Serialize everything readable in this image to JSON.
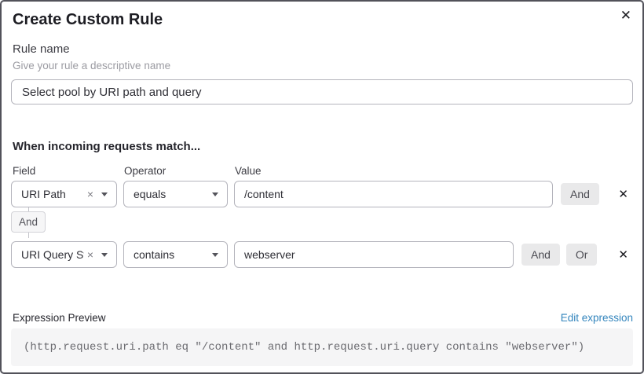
{
  "dialog": {
    "title": "Create Custom Rule"
  },
  "icons": {
    "close": "✕",
    "remove_row": "✕",
    "clear_select": "×"
  },
  "rule_name": {
    "label": "Rule name",
    "hint": "Give your rule a descriptive name",
    "value": "Select pool by URI path and query"
  },
  "match": {
    "heading": "When incoming requests match...",
    "columns": {
      "field": "Field",
      "operator": "Operator",
      "value": "Value"
    },
    "rows": [
      {
        "field": "URI Path",
        "operator": "equals",
        "value": "/content",
        "buttons": [
          "And"
        ]
      },
      {
        "field": "URI Query St...",
        "operator": "contains",
        "value": "webserver",
        "buttons": [
          "And",
          "Or"
        ]
      }
    ],
    "connector": "And"
  },
  "expression": {
    "label": "Expression Preview",
    "edit_link": "Edit expression",
    "code": "(http.request.uri.path eq \"/content\" and http.request.uri.query contains \"webserver\")"
  },
  "colors": {
    "link": "#3385bd",
    "button_bg": "#e9e9ea",
    "code_bg": "#f5f5f6",
    "border": "#b4b4bc"
  }
}
